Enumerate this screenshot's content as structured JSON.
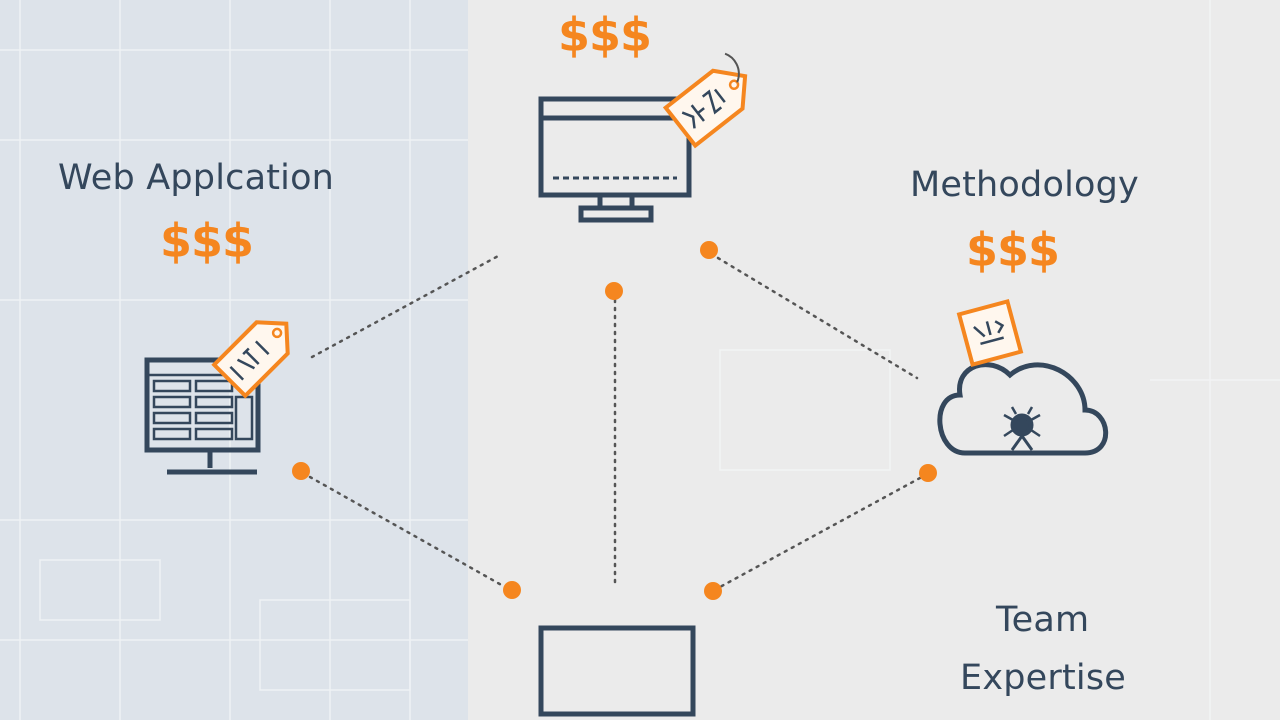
{
  "labels": {
    "web_application": "Web Applcation",
    "methodology": "Methodology",
    "team": "Team",
    "expertise": "Expertise"
  },
  "prices": {
    "top": "$$$",
    "web_application": "$$$",
    "methodology": "$$$"
  },
  "colors": {
    "accent": "#f5861f",
    "ink": "#34475c",
    "left_panel": "#dde3ea",
    "background": "#ebebeb"
  },
  "icons": {
    "top": "monitor-icon",
    "left": "spreadsheet-monitor-icon",
    "right": "cloud-bug-icon",
    "bottom": "monitor-icon",
    "tags": "price-tag-icon"
  }
}
